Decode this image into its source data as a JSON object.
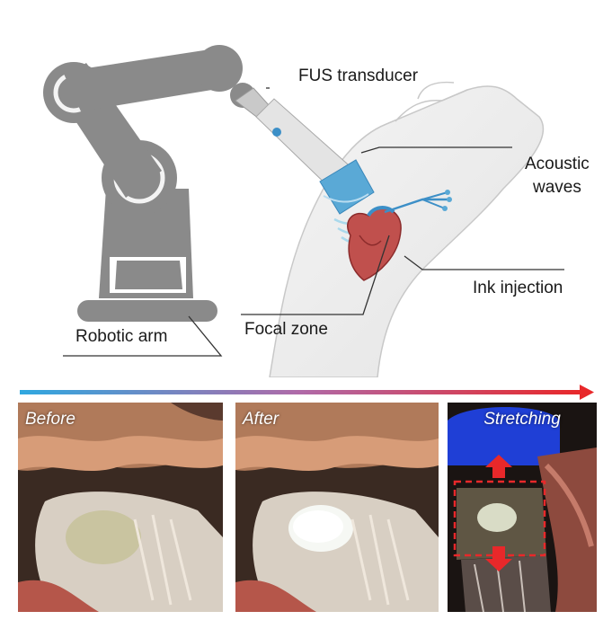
{
  "labels": {
    "fus_transducer": "FUS transducer",
    "acoustic_waves_line1": "Acoustic",
    "acoustic_waves_line2": "waves",
    "ink_injection": "Ink injection",
    "focal_zone": "Focal zone",
    "robotic_arm": "Robotic arm"
  },
  "panels": [
    {
      "label": "Before"
    },
    {
      "label": "After"
    },
    {
      "label": "Stretching"
    }
  ],
  "colors": {
    "robot_gray": "#8a8a8a",
    "arrow_start": "#2fa8e0",
    "arrow_end": "#e8282a",
    "transducer_blue": "#5aa9d6",
    "stretch_arrow": "#e8282a"
  }
}
